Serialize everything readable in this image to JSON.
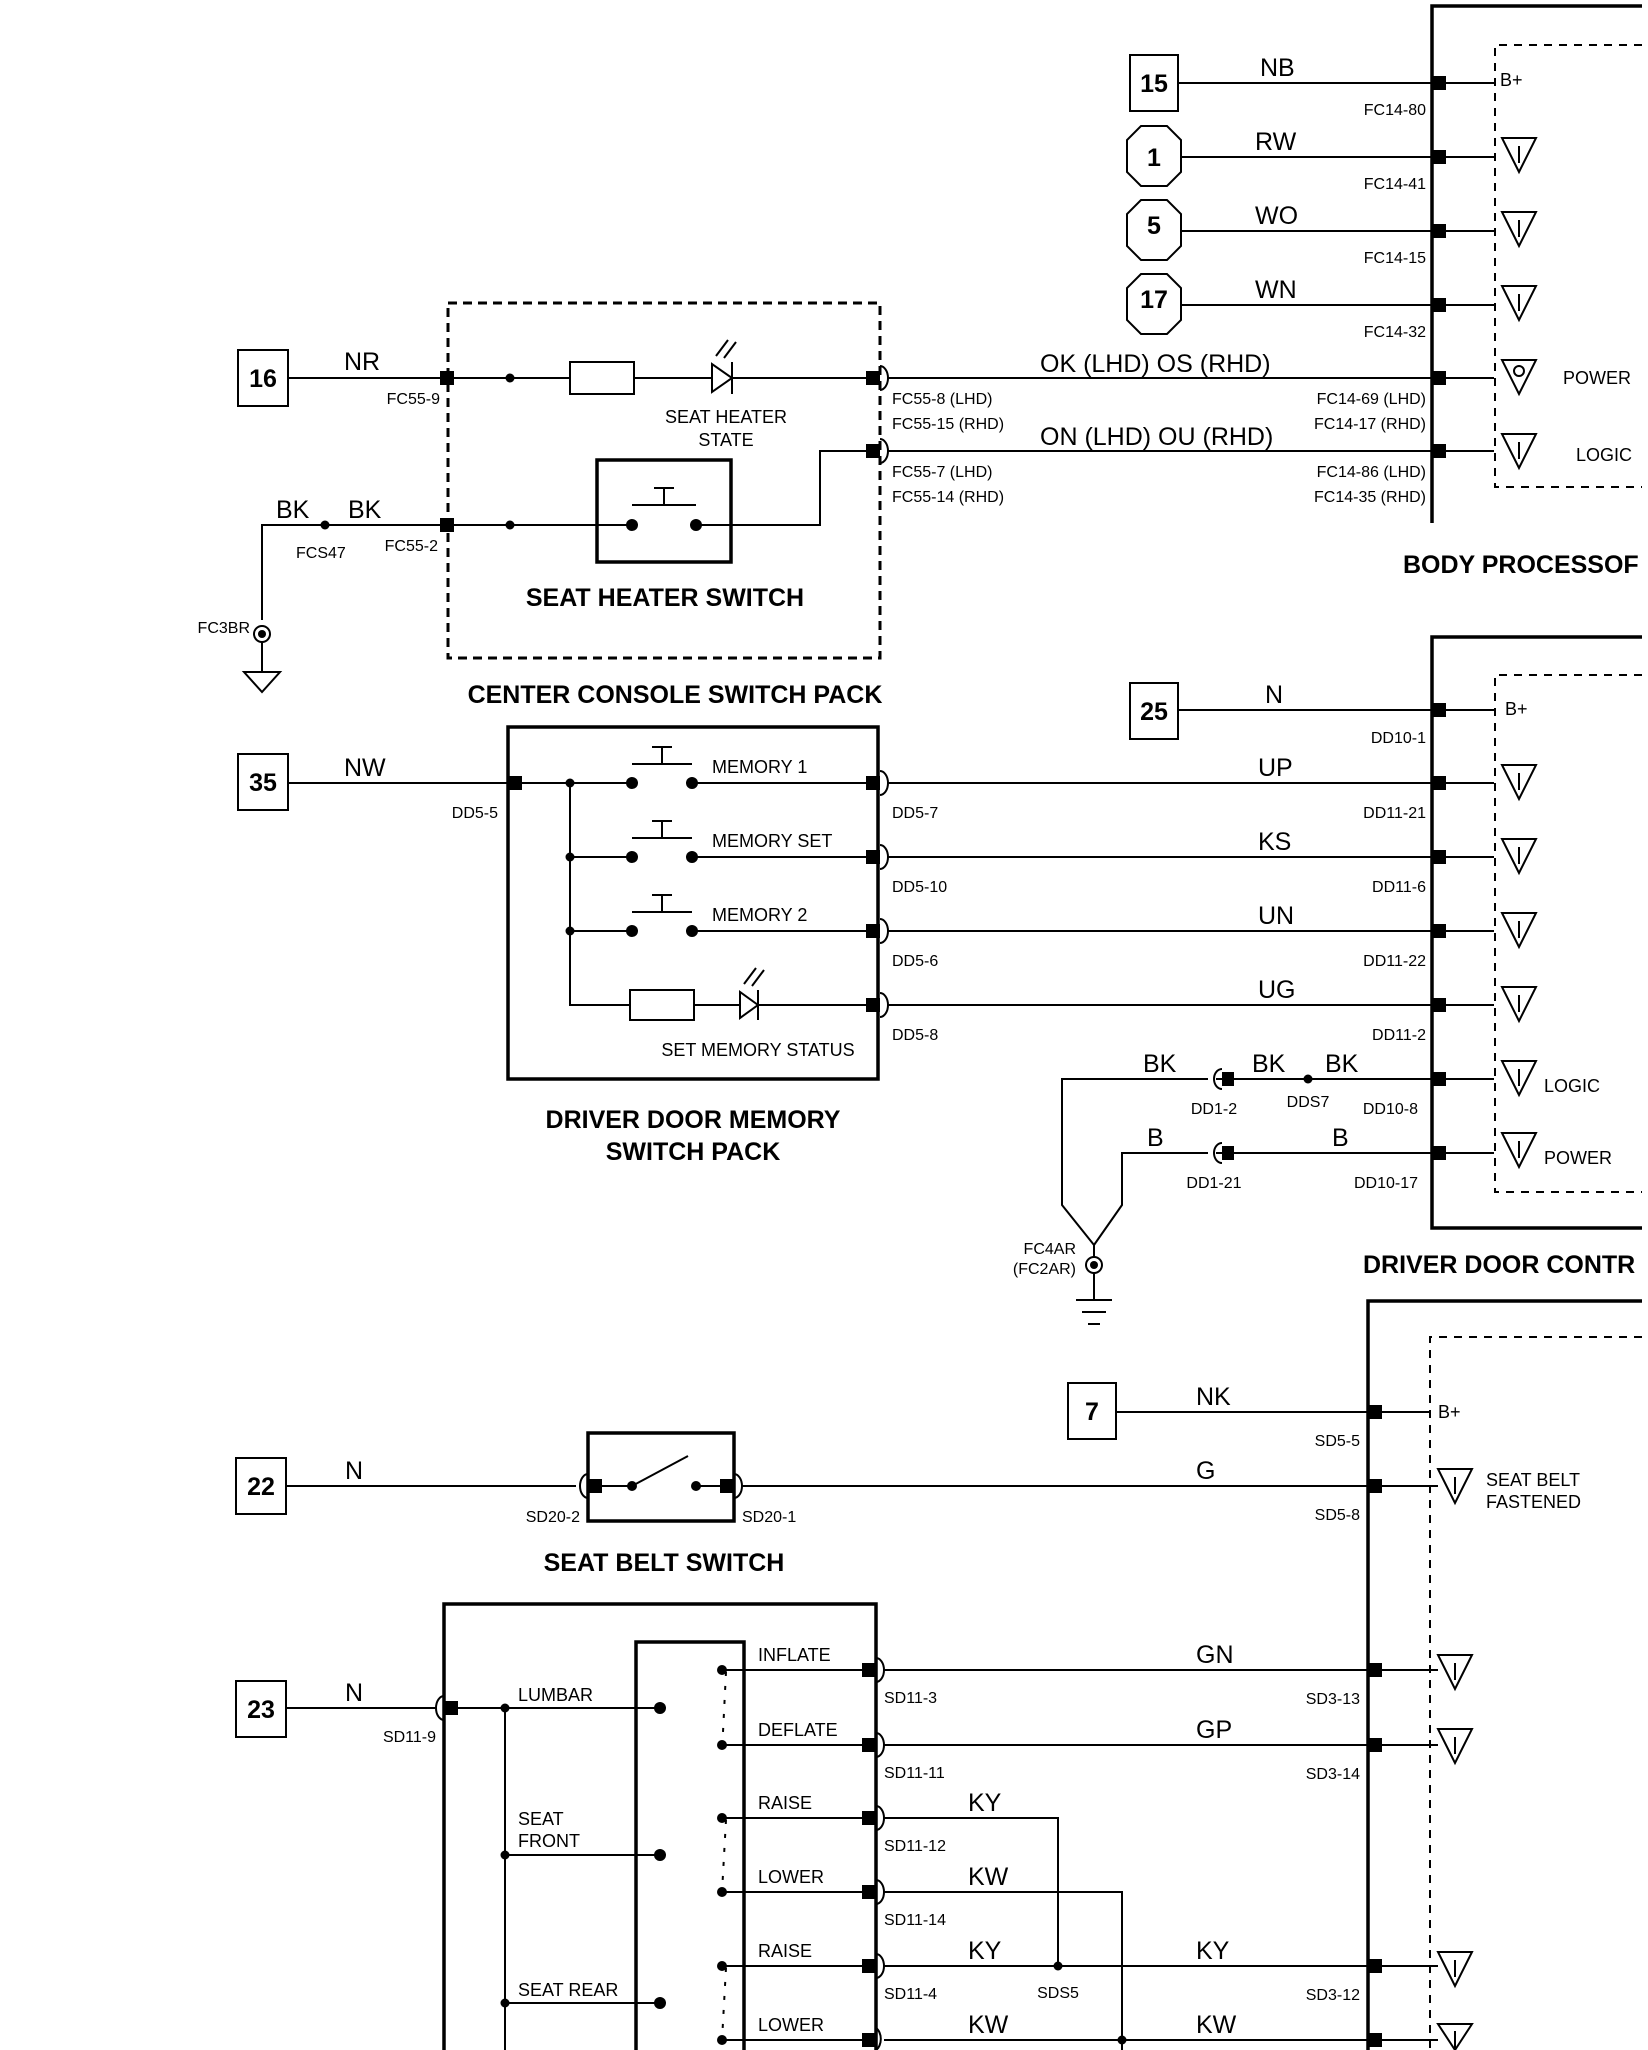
{
  "refs": {
    "r15": "15",
    "r1": "1",
    "r5": "5",
    "r17": "17",
    "r16": "16",
    "r25": "25",
    "r35": "35",
    "r7": "7",
    "r22": "22",
    "r23": "23"
  },
  "wires": {
    "nb": "NB",
    "rw": "RW",
    "wo": "WO",
    "wn": "WN",
    "nr": "NR",
    "bk1": "BK",
    "bk2": "BK",
    "ok_os": "OK (LHD)  OS (RHD)",
    "on_ou": "ON (LHD)  OU (RHD)",
    "n25": "N",
    "nw": "NW",
    "up": "UP",
    "ks": "KS",
    "un": "UN",
    "ug": "UG",
    "bk_dd1": "BK",
    "bk_dd2": "BK",
    "bk_dd3": "BK",
    "b_dd1": "B",
    "b_dd2": "B",
    "nk": "NK",
    "n22": "N",
    "g": "G",
    "n23": "N",
    "gn": "GN",
    "gp": "GP",
    "ky1": "KY",
    "kw1": "KW",
    "ky2": "KY",
    "ky3": "KY",
    "kw2": "KW",
    "kw3": "KW"
  },
  "pins": {
    "fc14_80": "FC14-80",
    "fc14_41": "FC14-41",
    "fc14_15": "FC14-15",
    "fc14_32": "FC14-32",
    "fc55_9": "FC55-9",
    "fc55_8": "FC55-8 (LHD)",
    "fc55_15": "FC55-15 (RHD)",
    "fc55_7": "FC55-7 (LHD)",
    "fc55_14": "FC55-14 (RHD)",
    "fc14_69": "FC14-69 (LHD)",
    "fc14_17": "FC14-17 (RHD)",
    "fc14_86": "FC14-86 (LHD)",
    "fc14_35": "FC14-35 (RHD)",
    "fcs47": "FCS47",
    "fc55_2": "FC55-2",
    "fc3br": "FC3BR",
    "dd10_1": "DD10-1",
    "dd5_5": "DD5-5",
    "dd5_7": "DD5-7",
    "dd5_10": "DD5-10",
    "dd5_6": "DD5-6",
    "dd5_8": "DD5-8",
    "dd11_21": "DD11-21",
    "dd11_6": "DD11-6",
    "dd11_22": "DD11-22",
    "dd11_2": "DD11-2",
    "dd1_2": "DD1-2",
    "dds7": "DDS7",
    "dd10_8": "DD10-8",
    "dd1_21": "DD1-21",
    "dd10_17": "DD10-17",
    "fc4ar": "FC4AR",
    "fc2ar": "(FC2AR)",
    "sd5_5": "SD5-5",
    "sd5_8": "SD5-8",
    "sd20_2": "SD20-2",
    "sd20_1": "SD20-1",
    "sd11_9": "SD11-9",
    "sd11_3": "SD11-3",
    "sd11_11": "SD11-11",
    "sd11_12": "SD11-12",
    "sd11_14": "SD11-14",
    "sd11_4": "SD11-4",
    "sd3_13": "SD3-13",
    "sd3_14": "SD3-14",
    "sd3_12": "SD3-12",
    "sds5": "SDS5"
  },
  "labels": {
    "bplus1": "B+",
    "bplus2": "B+",
    "bplus3": "B+",
    "power1": "POWER",
    "logic1": "LOGIC",
    "logic2": "LOGIC",
    "power2": "POWER",
    "seat_heater_state": "SEAT HEATER",
    "seat_heater_state2": "STATE",
    "memory1": "MEMORY 1",
    "memory_set": "MEMORY SET",
    "memory2": "MEMORY 2",
    "set_memory_status": "SET MEMORY STATUS",
    "seat_belt_fastened": "SEAT BELT",
    "seat_belt_fastened2": "FASTENED",
    "lumbar": "LUMBAR",
    "seat_front": "SEAT",
    "seat_front2": "FRONT",
    "seat_rear": "SEAT REAR",
    "inflate": "INFLATE",
    "deflate": "DEFLATE",
    "raise1": "RAISE",
    "lower1": "LOWER",
    "raise2": "RAISE",
    "lower2": "LOWER"
  },
  "titles": {
    "seat_heater_switch": "SEAT HEATER SWITCH",
    "center_console": "CENTER CONSOLE SWITCH PACK",
    "body_processor": "BODY PROCESSOF",
    "driver_door_memory": "DRIVER DOOR MEMORY",
    "driver_door_memory2": "SWITCH PACK",
    "driver_door_control": "DRIVER DOOR CONTR",
    "seat_belt_switch": "SEAT BELT SWITCH"
  }
}
